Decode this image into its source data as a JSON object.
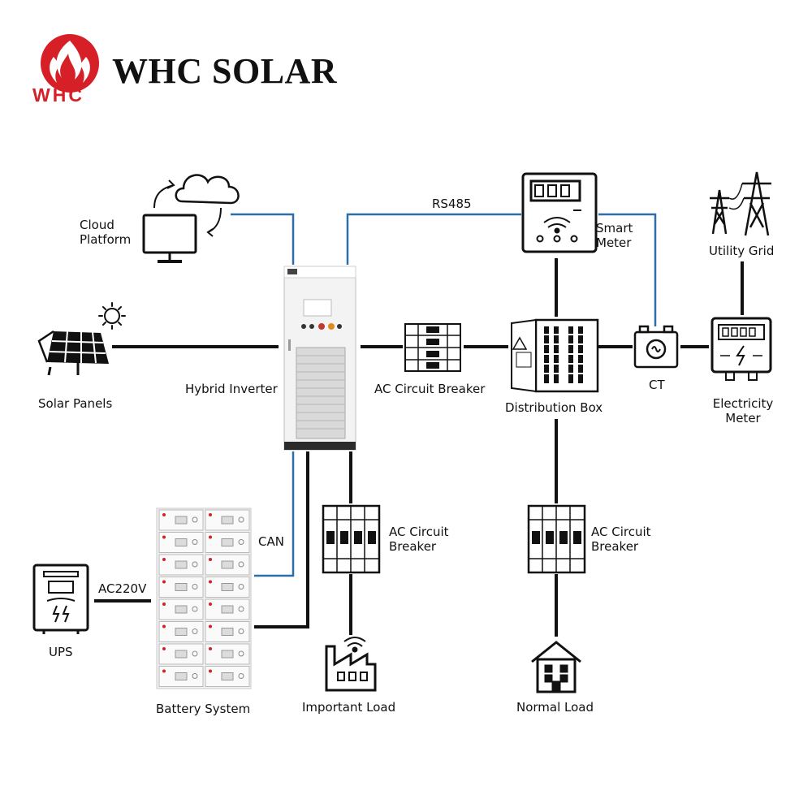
{
  "brand": {
    "name": "WHC SOLAR",
    "logo_text": "WHC",
    "logo_color": "#d61f26"
  },
  "colors": {
    "power_line": "#111111",
    "comm_line": "#2b6ea8"
  },
  "labels": {
    "cloud_platform": "Cloud\nPlatform",
    "solar_panels": "Solar Panels",
    "hybrid_inverter": "Hybrid Inverter",
    "ac_breaker_main": "AC Circuit Breaker",
    "rs485": "RS485",
    "smart_meter": "Smart\nMeter",
    "distribution_box": "Distribution Box",
    "ct": "CT",
    "utility_grid": "Utility Grid",
    "electricity_meter": "Electricity\nMeter",
    "can": "CAN",
    "ac220v": "AC220V",
    "ups": "UPS",
    "battery_system": "Battery System",
    "ac_breaker_important": "AC Circuit\nBreaker",
    "ac_breaker_normal": "AC Circuit\nBreaker",
    "important_load": "Important Load",
    "normal_load": "Normal Load"
  }
}
